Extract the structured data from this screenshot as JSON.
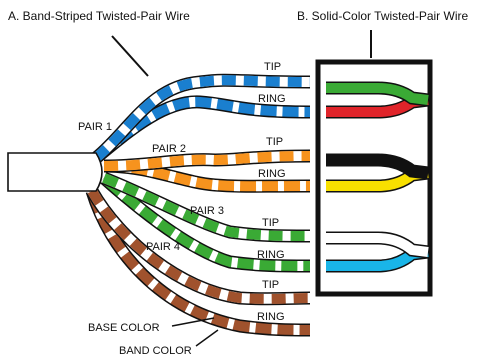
{
  "headings": {
    "band_striped": "A. Band-Striped Twisted-Pair Wire",
    "solid_color": "B. Solid-Color Twisted-Pair Wire"
  },
  "pairs": [
    {
      "label": "PAIR 1",
      "color": "#1a7fcf",
      "tip": "TIP",
      "ring": "RING"
    },
    {
      "label": "PAIR 2",
      "color": "#f7931e",
      "tip": "TIP",
      "ring": "RING"
    },
    {
      "label": "PAIR 3",
      "color": "#3aaa35",
      "tip": "TIP",
      "ring": "RING"
    },
    {
      "label": "PAIR 4",
      "color": "#a0522d",
      "tip": "TIP",
      "ring": "RING"
    }
  ],
  "solid_pairs": [
    {
      "top": "#3aaa35",
      "bottom": "#e0242a"
    },
    {
      "top": "#111111",
      "bottom": "#f8e000"
    },
    {
      "top": "#ffffff",
      "bottom": "#19b5e8"
    }
  ],
  "callouts": {
    "base_color": "BASE COLOR",
    "band_color": "BAND COLOR"
  }
}
